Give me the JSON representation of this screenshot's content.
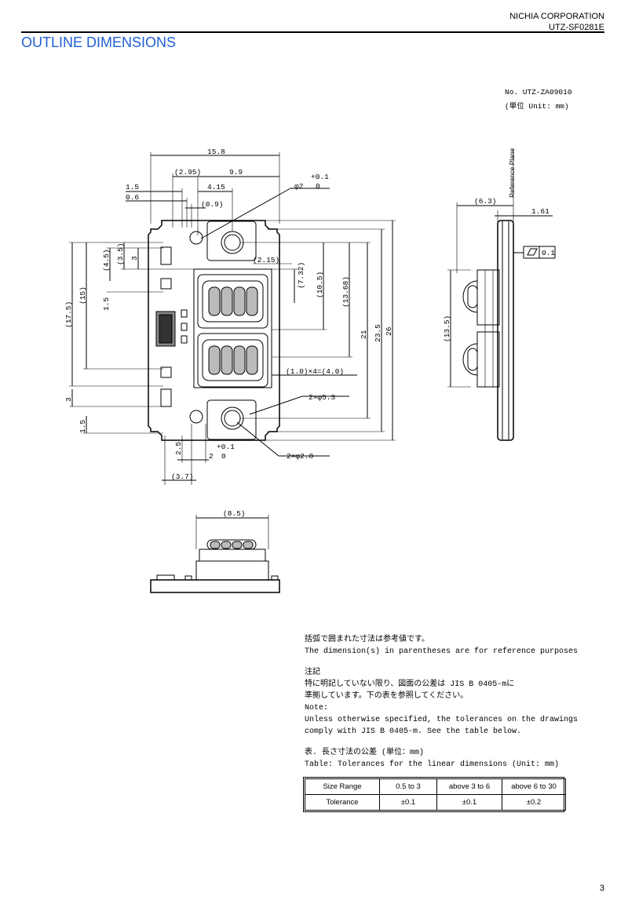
{
  "header": {
    "company": "NICHIA CORPORATION",
    "doc_code": "UTZ-SF0281E",
    "title": "OUTLINE DIMENSIONS"
  },
  "drawing": {
    "number": "No. UTZ-ZA09010",
    "unit": "(単位 Unit: mm)",
    "reference_plane": "Reference Plane",
    "dims": {
      "width_15_8": "15.8",
      "d_2_95": "(2.95)",
      "d_9_9": "9.9",
      "d_1_5_top": "1.5",
      "d_4_15": "4.15",
      "d_0_6": "0.6",
      "d_0_9": "(0.9)",
      "hole_tol_plus": "+0.1",
      "hole_dia": "φ2",
      "hole_tol_zero": "0",
      "d_2_15": "(2.15)",
      "d_7_32": "(7.32)",
      "d_10_5": "(10.5)",
      "d_13_68": "(13.68)",
      "d_21": "21",
      "d_23_5": "23.5",
      "d_26": "26",
      "d_4_5": "(4.5)",
      "d_3_5": "(3.5)",
      "d_3_left": "3",
      "d_17_5": "(17.5)",
      "d_15": "(15)",
      "d_1_5_mid": "1.5",
      "d_3_bottom": "3",
      "d_1_5_bottom": "1.5",
      "pitch": "(1.0)×4=(4.0)",
      "dia_5_3": "2×φ5.3",
      "dia_2_8": "2×φ2.8",
      "d_2_5": "2.5",
      "d_2_0": "2",
      "d_2_0_tol_plus": "+0.1",
      "d_2_0_tol_zero": "0",
      "d_3_7": "(3.7)",
      "d_6_3": "(6.3)",
      "d_1_61": "1.61",
      "flatness": "0.1",
      "d_13_5": "(13.5)",
      "d_8_5": "(8.5)"
    }
  },
  "notes": {
    "ref_jp": "括弧で囲まれた寸法は参考値です。",
    "ref_en": "The dimension(s) in parentheses are for reference purposes",
    "note_jp_title": "注記",
    "note_jp_1": "特に明記していない限り、図面の公差は JIS B 0405-mに",
    "note_jp_2": "準拠しています。下の表を参照してください。",
    "note_en_title": "Note:",
    "note_en_1": "Unless otherwise specified, the tolerances on the drawings",
    "note_en_2": "comply with JIS B 0405-m. See the table below.",
    "table_jp": "表. 長さ寸法の公差 (単位：mm)",
    "table_en": "Table: Tolerances for the linear dimensions (Unit: mm)"
  },
  "tolerance_table": {
    "rows": [
      [
        "Size Range",
        "0.5 to 3",
        "above 3 to 6",
        "above 6 to 30"
      ],
      [
        "Tolerance",
        "±0.1",
        "±0.1",
        "±0.2"
      ]
    ]
  },
  "page_number": "3"
}
